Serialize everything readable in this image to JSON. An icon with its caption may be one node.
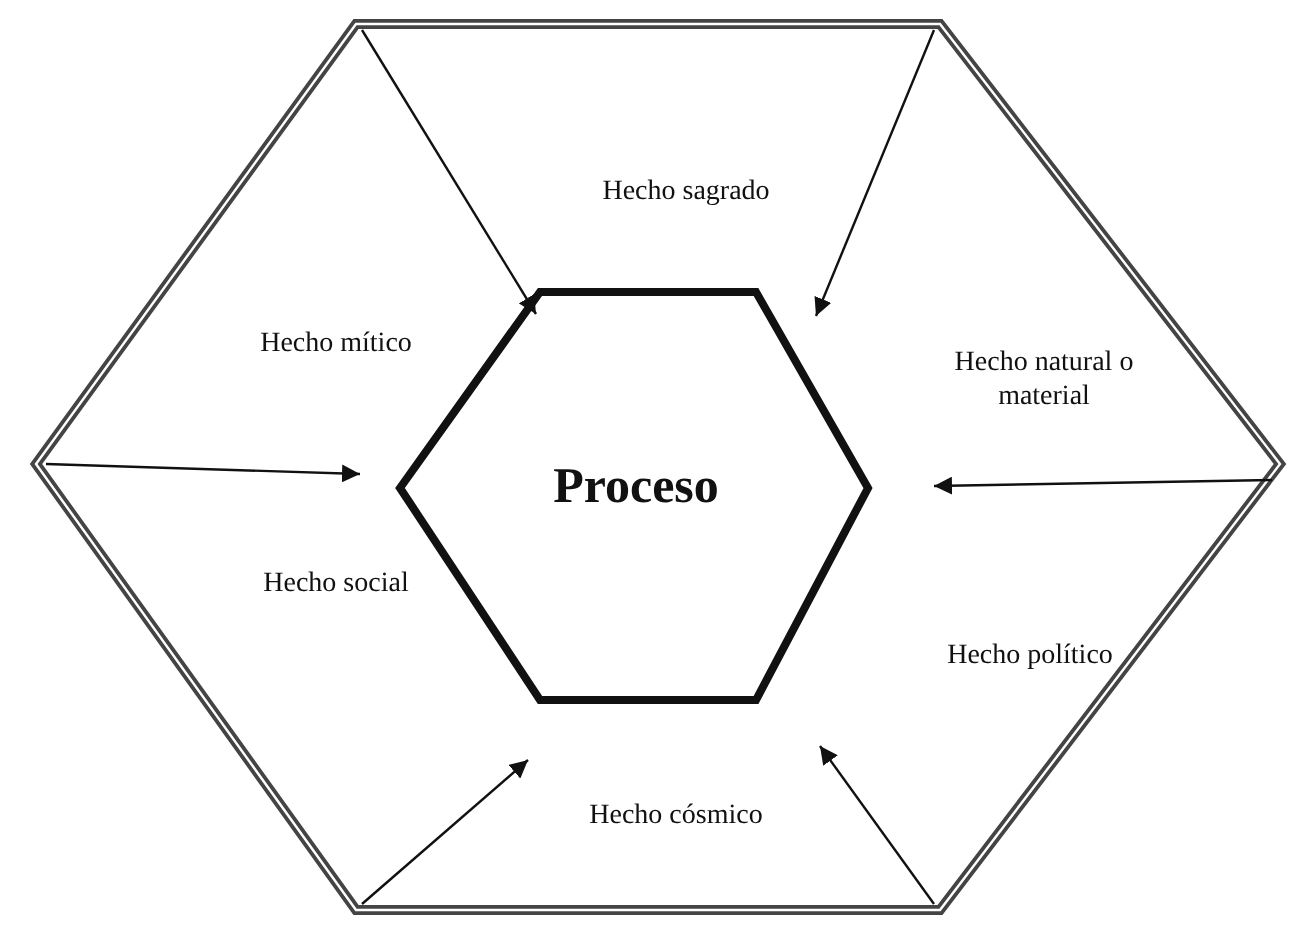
{
  "diagram": {
    "nodes": [
      {
        "text": [
          "Hecho sagrado",
          "Hecho mítico",
          "Hecho natural o material",
          "Hecho social",
          "Hecho político",
          "Hecho cósmico"
        ]
      },
      {
        "text": [
          "Proceso"
        ],
        "in": 0
      }
    ],
    "edges": [
      {
        "from": 0,
        "to": 1,
        "arrow": "to"
      },
      {
        "from": 0,
        "to": 1,
        "arrow": "to"
      },
      {
        "from": 0,
        "to": 1,
        "arrow": "to"
      },
      {
        "from": 0,
        "to": 1,
        "arrow": "to"
      },
      {
        "from": 0,
        "to": 1,
        "arrow": "to"
      },
      {
        "from": 0,
        "to": 1,
        "arrow": "to"
      }
    ]
  }
}
